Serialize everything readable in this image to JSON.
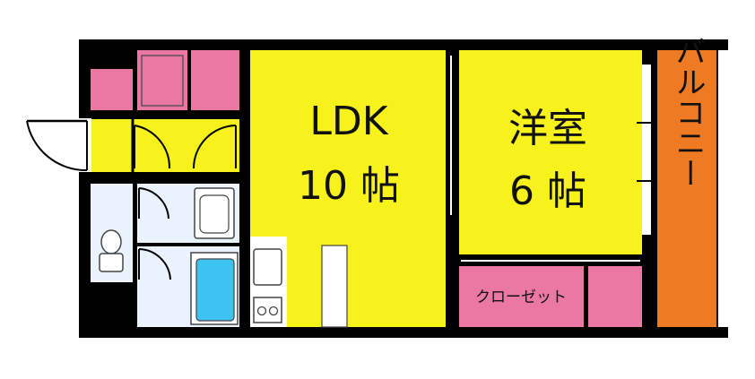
{
  "floorplan": {
    "rooms": {
      "ldk": {
        "name": "LDK",
        "size": "10 帖"
      },
      "western": {
        "name": "洋室",
        "size": "6 帖"
      },
      "closet": {
        "name": "クローゼット"
      },
      "balcony": {
        "name": "バルコニー"
      }
    },
    "colors": {
      "wall": "#000000",
      "room": "#f7f11c",
      "storage": "#ea78a3",
      "balcony": "#ef7a24",
      "wet_area": "#eaf2fb",
      "tub": "#3cc3f0",
      "fixture_stroke": "#444444"
    }
  }
}
